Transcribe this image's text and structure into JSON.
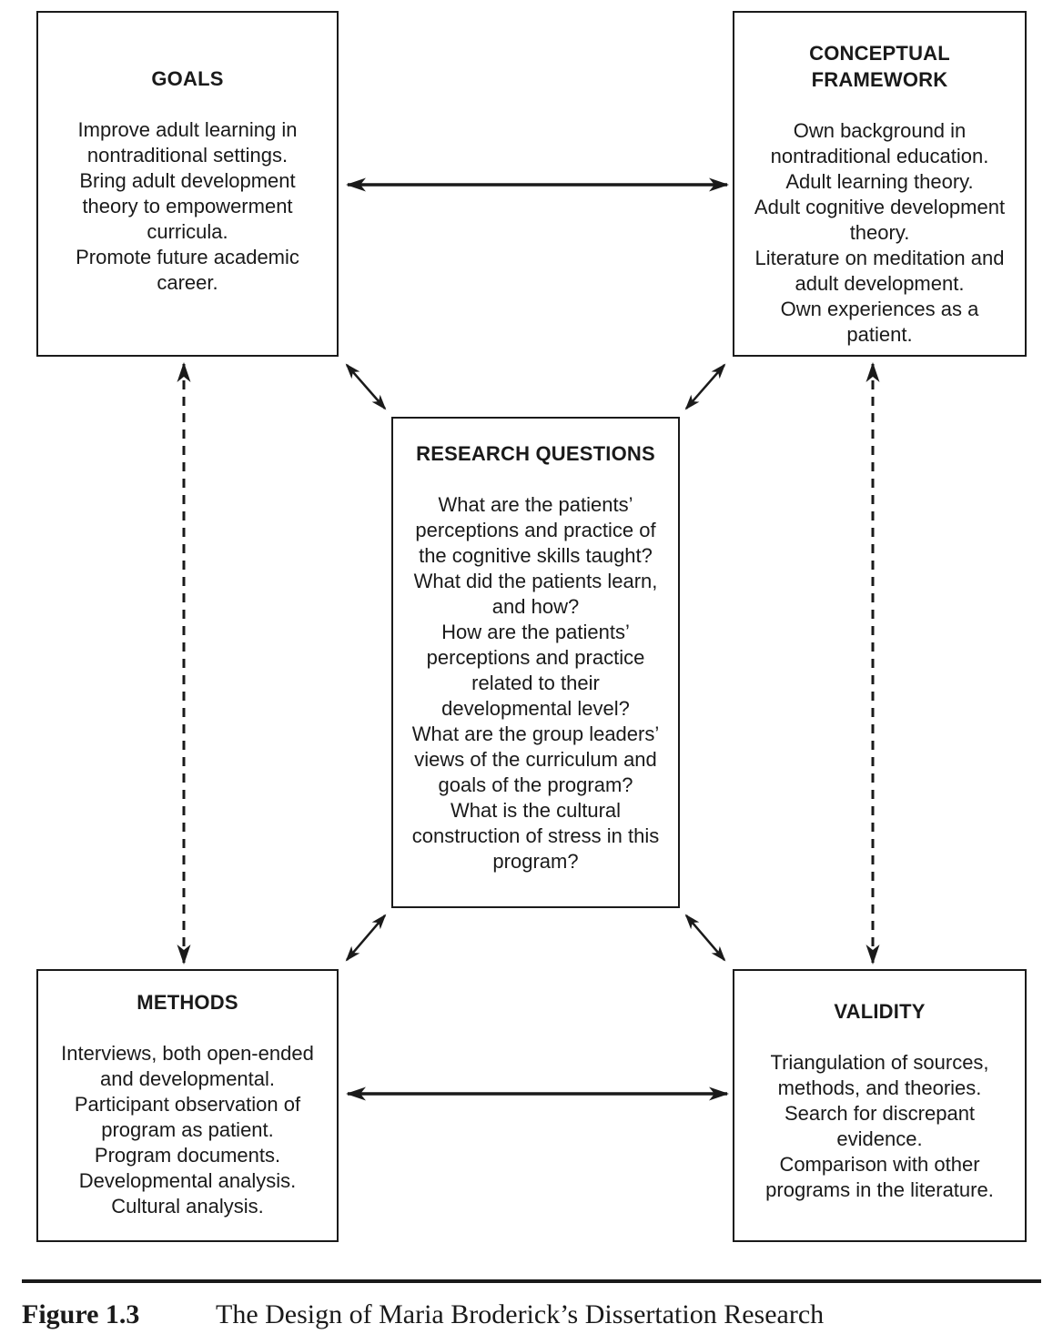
{
  "boxes": {
    "goals": {
      "title": "GOALS",
      "lines": [
        "Improve adult learning in nontraditional settings.",
        "Bring adult development theory to empowerment curricula.",
        "Promote future academic career."
      ]
    },
    "conceptual_framework": {
      "title": "CONCEPTUAL FRAMEWORK",
      "lines": [
        "Own background in nontraditional education.",
        "Adult learning theory.",
        "Adult cognitive development theory.",
        "Literature on meditation and adult development.",
        "Own experiences as a patient."
      ]
    },
    "research_questions": {
      "title": "RESEARCH QUESTIONS",
      "lines": [
        "What are the patients’ perceptions and practice of the cognitive skills taught?",
        "What did the patients learn, and how?",
        "How are the patients’ perceptions and practice related to their developmental level?",
        "What are the group leaders’ views of the curriculum and goals of the program?",
        "What is the cultural construction of stress in this program?"
      ]
    },
    "methods": {
      "title": "METHODS",
      "lines": [
        "Interviews, both open-ended and developmental.",
        "Participant observation of program as patient.",
        "Program documents.",
        "Developmental analysis.",
        "Cultural analysis."
      ]
    },
    "validity": {
      "title": "VALIDITY",
      "lines": [
        "Triangulation of sources, methods, and theories.",
        "Search for discrepant evidence.",
        "Comparison with other programs in the literature."
      ]
    }
  },
  "caption": {
    "label": "Figure 1.3",
    "text": "The Design of Maria Broderick’s Dissertation Research"
  },
  "colors": {
    "ink": "#1a1a1a",
    "background": "#ffffff"
  }
}
